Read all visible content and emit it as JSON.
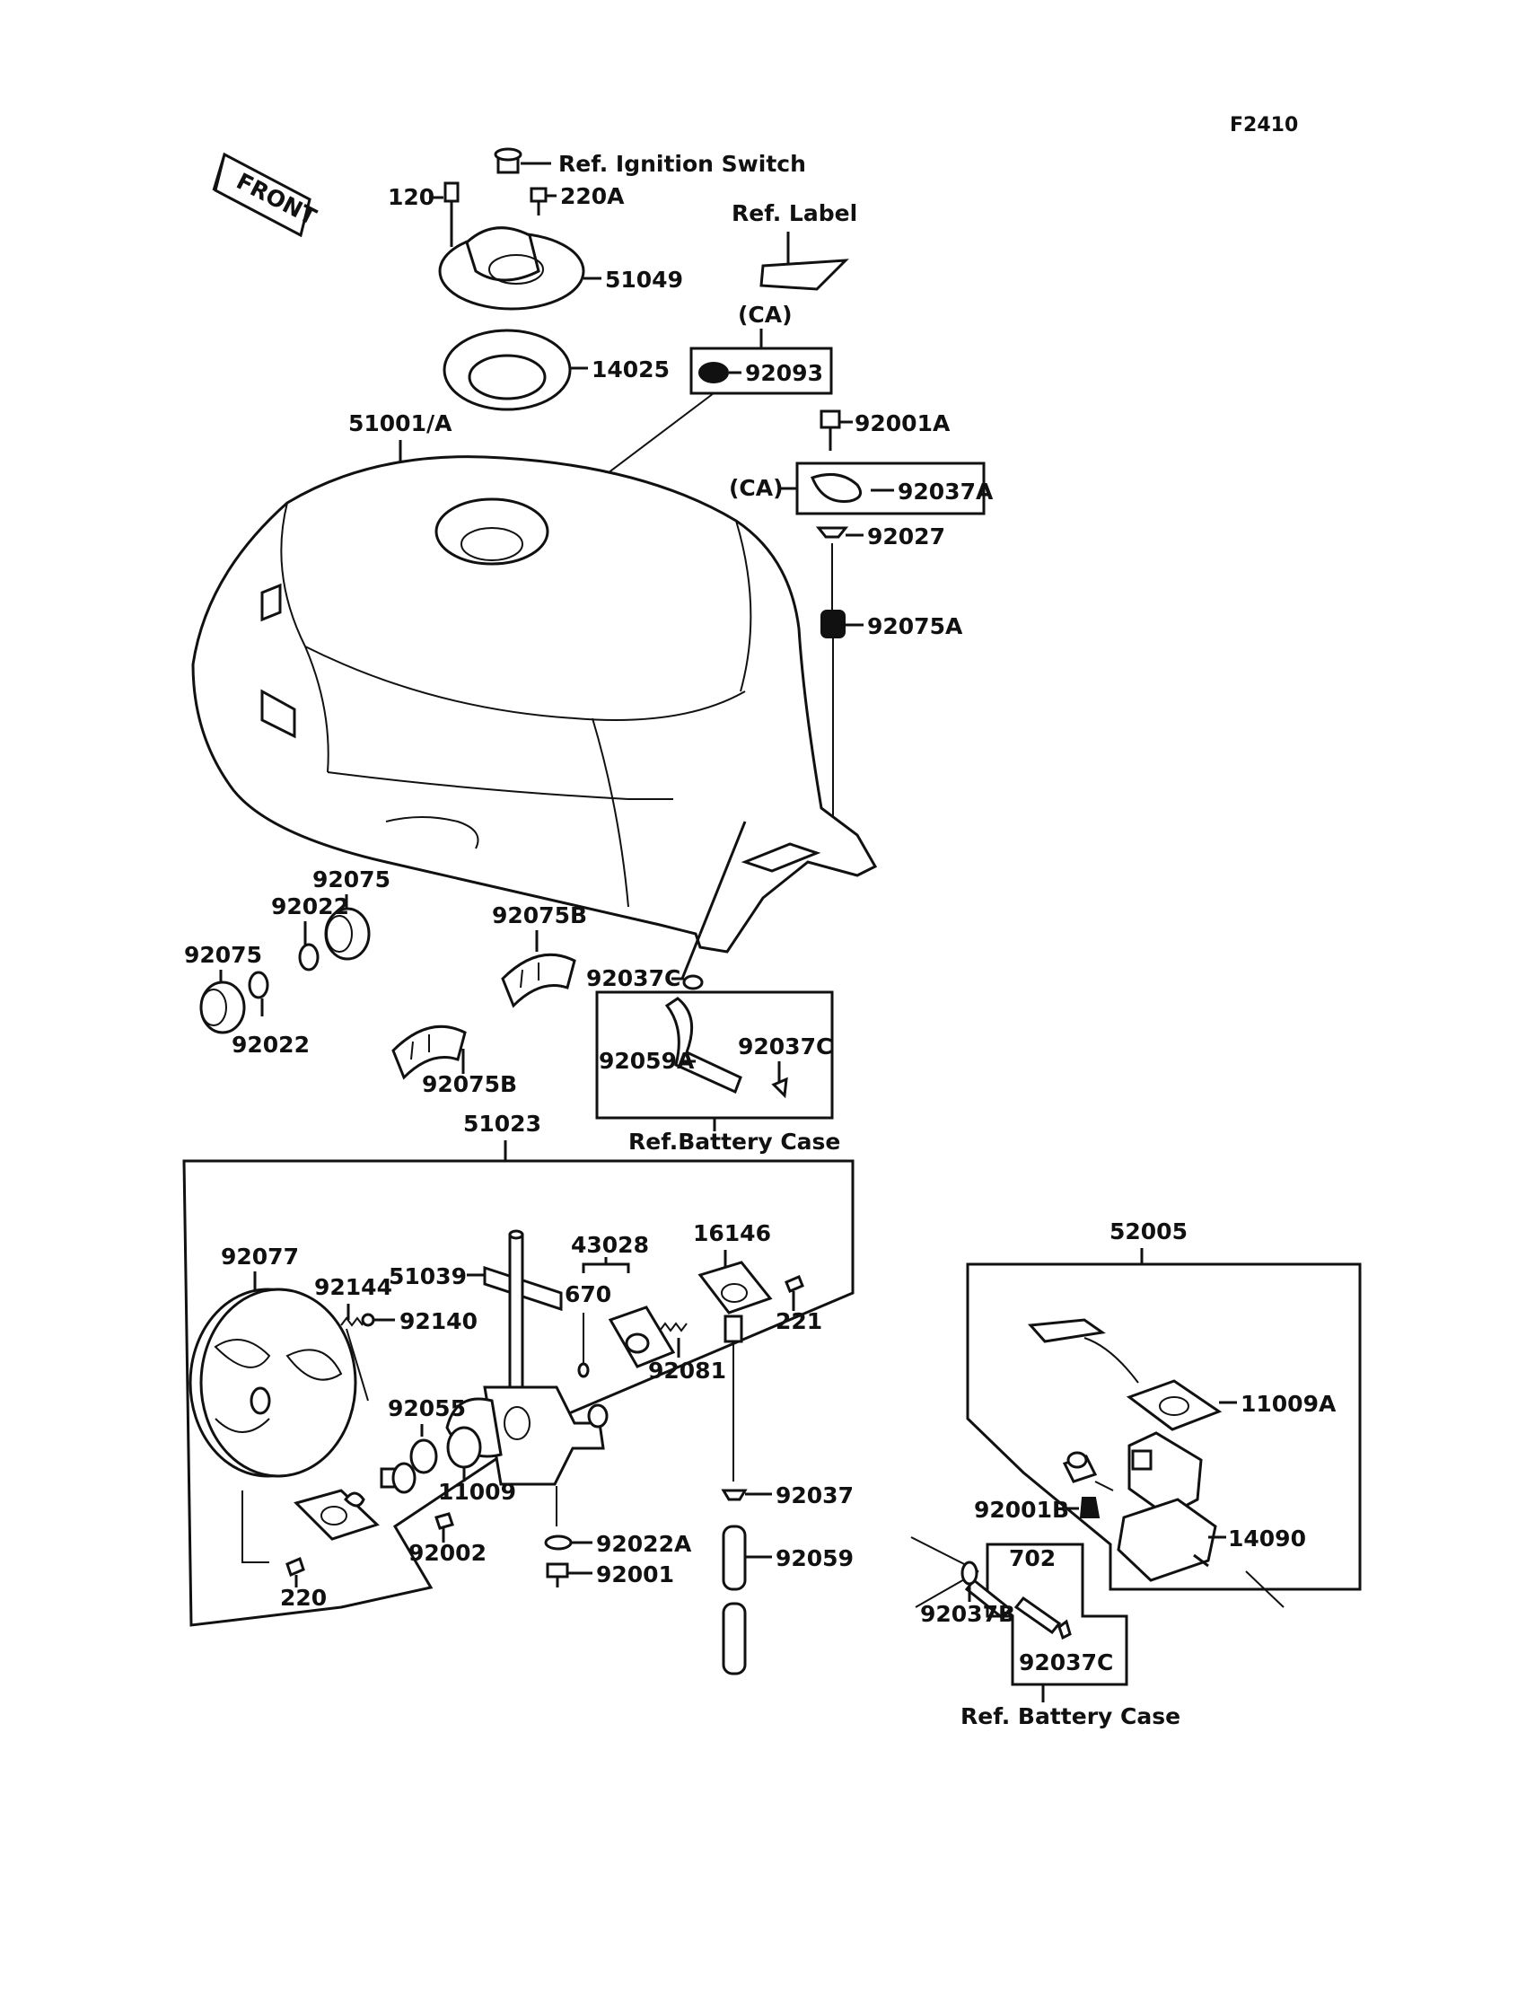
{
  "figure_code": "F2410",
  "front_label": "FRONT",
  "refs": {
    "ignition_switch": "Ref. Ignition Switch",
    "label": "Ref. Label",
    "battery_case_1": "Ref.Battery Case",
    "battery_case_2": "Ref. Battery Case"
  },
  "ca_markers": {
    "ca_1": "(CA)",
    "ca_2": "(CA)"
  },
  "parts": {
    "p120": "120",
    "p220A": "220A",
    "p51049": "51049",
    "p14025": "14025",
    "p92093": "92093",
    "p92001A": "92001A",
    "p92037A": "92037A",
    "p92027": "92027",
    "p92075A": "92075A",
    "p51001A": "51001/A",
    "p92075_1": "92075",
    "p92022_1": "92022",
    "p92075_2": "92075",
    "p92022_2": "92022",
    "p92075B_1": "92075B",
    "p92075B_2": "92075B",
    "p92037C_1": "92037C",
    "p92059A": "92059A",
    "p92037C_2": "92037C",
    "p51023": "51023",
    "p92077": "92077",
    "p92144": "92144",
    "p92140": "92140",
    "p51039": "51039",
    "p43028": "43028",
    "p670": "670",
    "p92081": "92081",
    "p16146": "16146",
    "p221": "221",
    "p92055": "92055",
    "p11009": "11009",
    "p92002": "92002",
    "p220": "220",
    "p92022A": "92022A",
    "p92001": "92001",
    "p92037": "92037",
    "p92059": "92059",
    "p52005": "52005",
    "p11009A": "11009A",
    "p92001B": "92001B",
    "p14090": "14090",
    "p702": "702",
    "p92037B": "92037B",
    "p92037C_3": "92037C"
  }
}
